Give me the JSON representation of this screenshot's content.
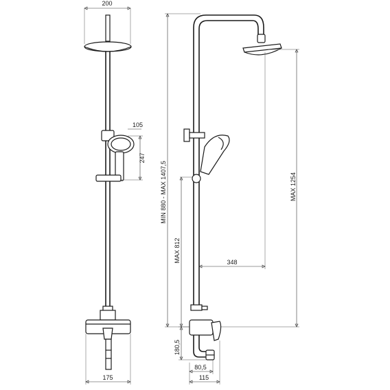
{
  "drawing": {
    "front_view": {
      "head_width": "200",
      "handshower_diameter": "105",
      "holder_height": "247",
      "mixer_width": "175"
    },
    "side_view": {
      "height_range": "MIN 880  -  MAX 1407,5",
      "max_height": "MAX 812",
      "head_projection": "348",
      "head_height": "MAX 1254",
      "spout_height": "180,5",
      "spout_offset": "80,5",
      "wall_offset": "115"
    }
  }
}
